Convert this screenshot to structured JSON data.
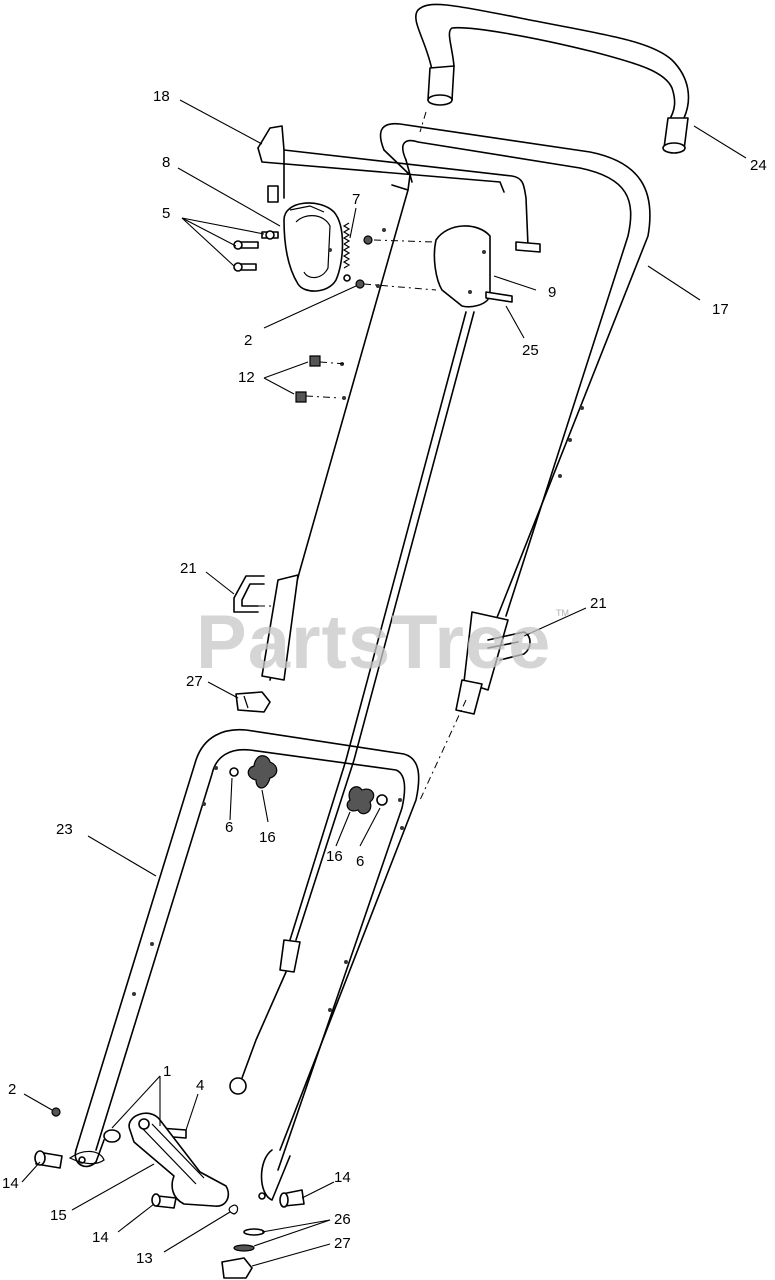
{
  "watermark": {
    "text": "PartsTree",
    "tm": "TM"
  },
  "callouts": [
    {
      "id": "c1",
      "text": "1"
    },
    {
      "id": "c2a",
      "text": "2"
    },
    {
      "id": "c2b",
      "text": "2"
    },
    {
      "id": "c4",
      "text": "4"
    },
    {
      "id": "c5",
      "text": "5"
    },
    {
      "id": "c6a",
      "text": "6"
    },
    {
      "id": "c6b",
      "text": "6"
    },
    {
      "id": "c7",
      "text": "7"
    },
    {
      "id": "c8",
      "text": "8"
    },
    {
      "id": "c9",
      "text": "9"
    },
    {
      "id": "c12",
      "text": "12"
    },
    {
      "id": "c13",
      "text": "13"
    },
    {
      "id": "c14a",
      "text": "14"
    },
    {
      "id": "c14b",
      "text": "14"
    },
    {
      "id": "c14c",
      "text": "14"
    },
    {
      "id": "c15",
      "text": "15"
    },
    {
      "id": "c16a",
      "text": "16"
    },
    {
      "id": "c16b",
      "text": "16"
    },
    {
      "id": "c17",
      "text": "17"
    },
    {
      "id": "c18",
      "text": "18"
    },
    {
      "id": "c21a",
      "text": "21"
    },
    {
      "id": "c21b",
      "text": "21"
    },
    {
      "id": "c23",
      "text": "23"
    },
    {
      "id": "c24",
      "text": "24"
    },
    {
      "id": "c25",
      "text": "25"
    },
    {
      "id": "c26",
      "text": "26"
    },
    {
      "id": "c27a",
      "text": "27"
    },
    {
      "id": "c27b",
      "text": "27"
    }
  ]
}
